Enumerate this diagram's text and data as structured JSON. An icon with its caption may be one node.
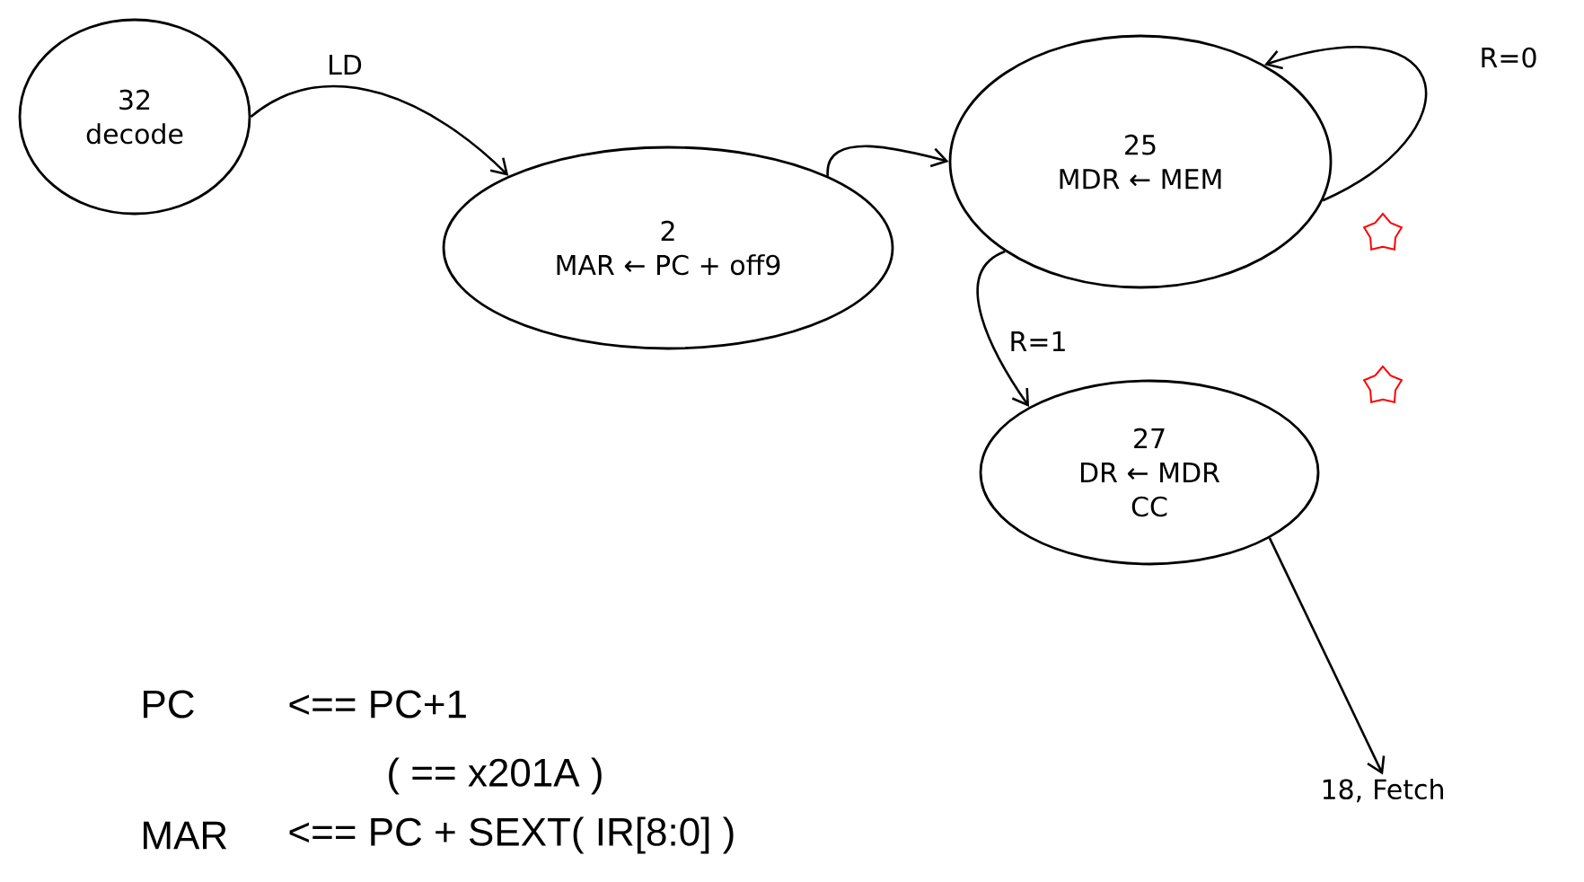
{
  "diagram": {
    "nodes": [
      {
        "text": [
          "32",
          "decode"
        ]
      },
      {
        "text": [
          "2",
          "MAR ← PC + off9"
        ]
      },
      {
        "text": [
          "25",
          "MDR ← MEM"
        ]
      },
      {
        "text": [
          "27",
          "DR ← MDR",
          "CC"
        ]
      },
      {
        "text": [
          "18, Fetch"
        ]
      }
    ],
    "edges": [
      {
        "from": 0,
        "to": 1,
        "arrow": "to",
        "label": "LD"
      },
      {
        "from": 1,
        "to": 2,
        "arrow": "to"
      },
      {
        "from": 2,
        "to": 2,
        "arrow": "to",
        "label": "R=0"
      },
      {
        "from": 2,
        "to": 3,
        "arrow": "to",
        "label": "R=1"
      },
      {
        "from": 3,
        "to": 4,
        "arrow": "to"
      }
    ],
    "labels": [
      "PC",
      "<== PC+1",
      "( == x201A )",
      "MAR",
      "<== PC + SEXT( IR[8:0] )"
    ]
  }
}
